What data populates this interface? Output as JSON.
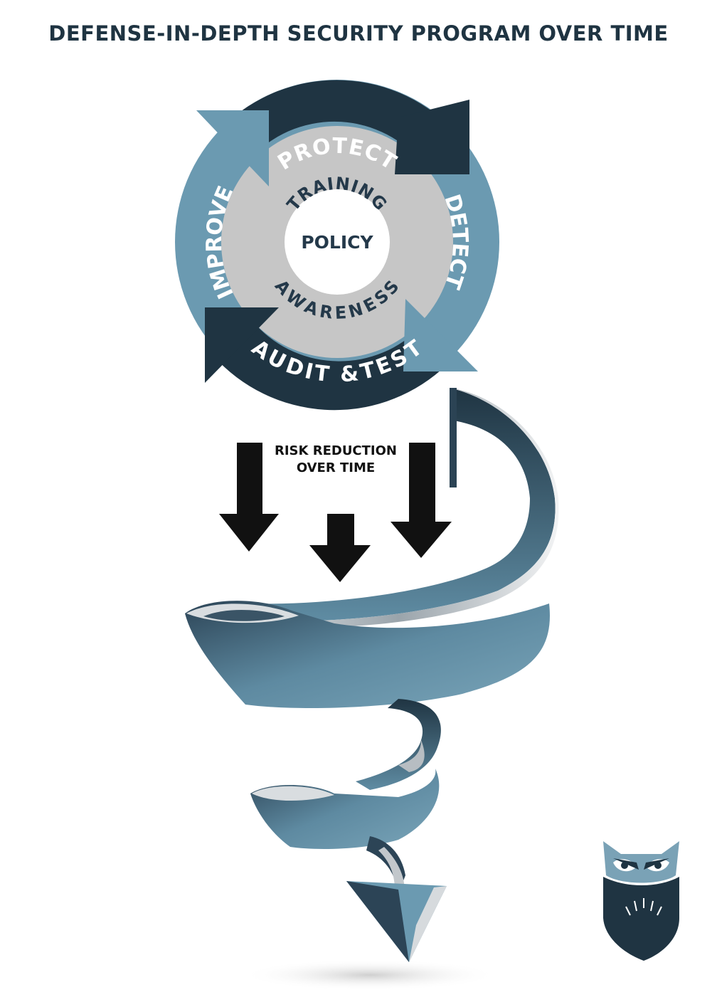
{
  "title": "DEFENSE-IN-DEPTH SECURITY PROGRAM OVER TIME",
  "cycle": {
    "stages": [
      "PROTECT",
      "DETECT",
      "AUDIT &TEST",
      "IMPROVE"
    ],
    "inner_top": "TRAINING",
    "inner_bottom": "AWARENESS",
    "core": "POLICY"
  },
  "risk": {
    "line1": "RISK REDUCTION",
    "line2": "OVER TIME"
  },
  "colors": {
    "dark": "#1f3442",
    "steel": "#6b9ab1",
    "gray": "#c4c4c4",
    "arrow_black": "#111111"
  },
  "icons": [
    "owl-shield-logo"
  ]
}
